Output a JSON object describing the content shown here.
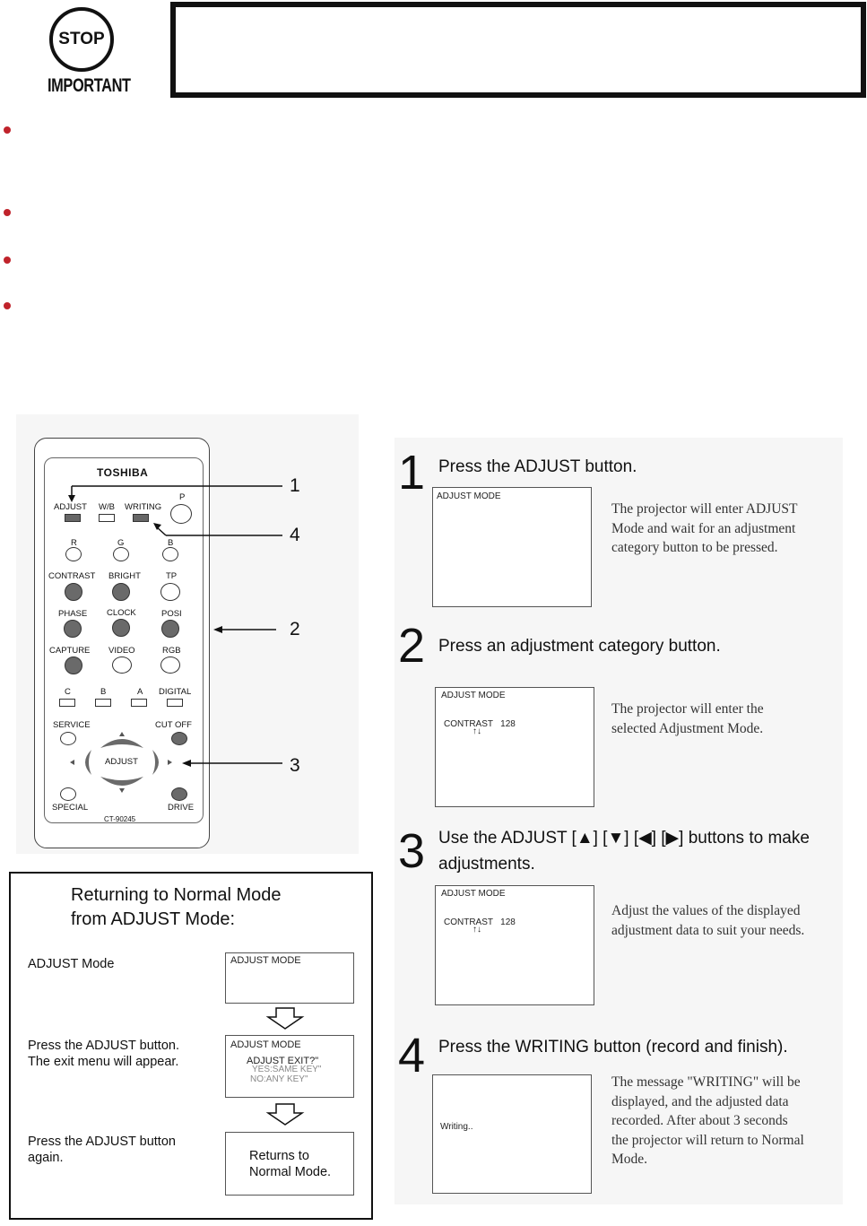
{
  "header": {
    "stop_badge": "STOP",
    "important_label": "IMPORTANT"
  },
  "remote": {
    "brand": "TOSHIBA",
    "model": "CT-90245",
    "row1": [
      "ADJUST",
      "W/B",
      "WRITING",
      "P"
    ],
    "row2": [
      "R",
      "G",
      "B"
    ],
    "row3": [
      "CONTRAST",
      "BRIGHT",
      "TP"
    ],
    "row4": [
      "PHASE",
      "CLOCK",
      "POSI"
    ],
    "row5": [
      "CAPTURE",
      "VIDEO",
      "RGB"
    ],
    "row6": [
      "C",
      "B",
      "A",
      "DIGITAL"
    ],
    "service": "SERVICE",
    "cut_off": "CUT OFF",
    "adjust_center": "ADJUST",
    "special": "SPECIAL",
    "drive": "DRIVE",
    "callouts": [
      "1",
      "4",
      "2",
      "3"
    ]
  },
  "return_box": {
    "title_line1": "Returning to Normal Mode",
    "title_line2": "from ADJUST Mode:",
    "row1_text": "ADJUST Mode",
    "row1_screen": "ADJUST  MODE",
    "row2_text_line1": "Press the ADJUST button.",
    "row2_text_line2": "The exit menu will appear.",
    "row2_screen_title": "ADJUST  MODE",
    "row2_screen_line1": "ADJUST    EXIT?\"",
    "row2_screen_line2": "YES:SAME KEY\"",
    "row2_screen_line3": "NO:ANY KEY\"",
    "row3_text_line1": "Press the ADJUST button",
    "row3_text_line2": "again.",
    "row3_screen_line1": "Returns to",
    "row3_screen_line2": "Normal Mode."
  },
  "steps": [
    {
      "number": "1",
      "title": "Press the ADJUST button.",
      "screen_title": "ADJUST  MODE",
      "desc": [
        "The projector will enter ADJUST",
        "Mode and wait for an adjustment",
        "category button to be pressed."
      ]
    },
    {
      "number": "2",
      "title": "Press an adjustment category button.",
      "screen_title": "ADJUST  MODE",
      "screen_value": "CONTRAST   128",
      "screen_arrows": "↑↓",
      "desc": [
        "The projector will enter the",
        "selected Adjustment Mode."
      ]
    },
    {
      "number": "3",
      "title_line1": "Use the ADJUST [▲] [▼] [◀] [▶] buttons to make",
      "title_line2": "adjustments.",
      "screen_title": "ADJUST  MODE",
      "screen_value": "CONTRAST   128",
      "screen_arrows": "↑↓",
      "desc": [
        "Adjust the values of the displayed",
        "adjustment data to suit your needs."
      ]
    },
    {
      "number": "4",
      "title": "Press the WRITING button (record and finish).",
      "screen_text": "Writing..",
      "desc": [
        "The message \"WRITING\" will be",
        "displayed, and the adjusted data",
        "recorded. After about 3 seconds",
        "the projector will return to Normal",
        "Mode."
      ]
    }
  ],
  "colors": {
    "bullet": "#c0232b",
    "panel_bg": "#f6f6f6"
  }
}
